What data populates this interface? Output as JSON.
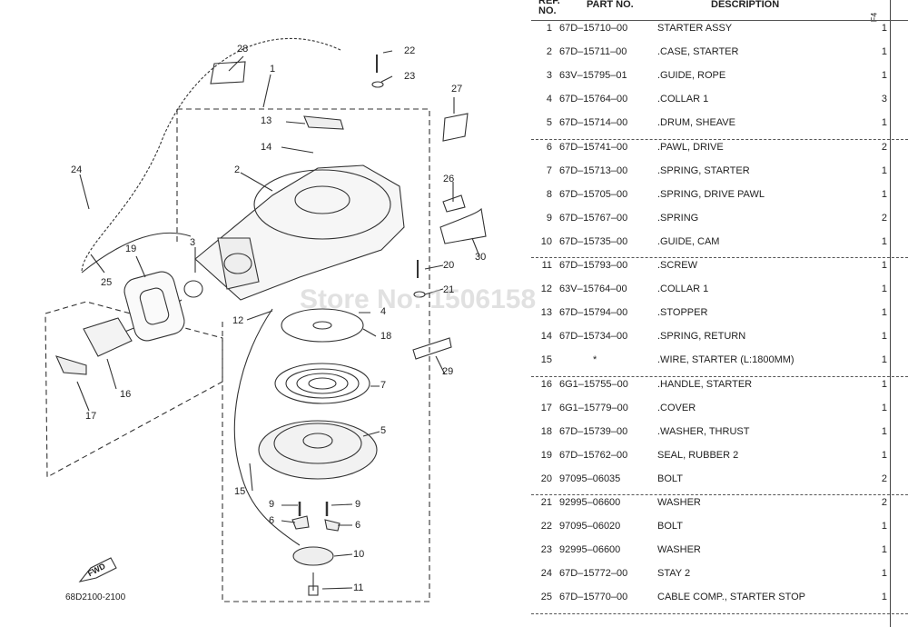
{
  "diagram": {
    "part_labels": [
      "1",
      "2",
      "3",
      "4",
      "5",
      "6",
      "6",
      "7",
      "9",
      "9",
      "10",
      "11",
      "12",
      "13",
      "14",
      "15",
      "16",
      "17",
      "18",
      "19",
      "20",
      "21",
      "22",
      "23",
      "24",
      "25",
      "26",
      "27",
      "28",
      "29",
      "30"
    ],
    "diagram_code": "68D2100-2100",
    "fwd_label": "FWD",
    "watermark": "Store No: 1506158"
  },
  "table": {
    "headers": {
      "ref": "REF.\nNO.",
      "part_no": "PART NO.",
      "description": "DESCRIPTION",
      "qty": "F4"
    },
    "rows": [
      {
        "ref": "1",
        "part_no": "67D–15710–00",
        "description": "STARTER ASSY",
        "qty": "1"
      },
      {
        "ref": "2",
        "part_no": "67D–15711–00",
        "description": ".CASE, STARTER",
        "qty": "1"
      },
      {
        "ref": "3",
        "part_no": "63V–15795–01",
        "description": ".GUIDE, ROPE",
        "qty": "1"
      },
      {
        "ref": "4",
        "part_no": "67D–15764–00",
        "description": ".COLLAR 1",
        "qty": "3"
      },
      {
        "ref": "5",
        "part_no": "67D–15714–00",
        "description": ".DRUM, SHEAVE",
        "qty": "1"
      },
      {
        "ref": "6",
        "part_no": "67D–15741–00",
        "description": ".PAWL, DRIVE",
        "qty": "2"
      },
      {
        "ref": "7",
        "part_no": "67D–15713–00",
        "description": ".SPRING, STARTER",
        "qty": "1"
      },
      {
        "ref": "8",
        "part_no": "67D–15705–00",
        "description": ".SPRING, DRIVE PAWL",
        "qty": "1"
      },
      {
        "ref": "9",
        "part_no": "67D–15767–00",
        "description": ".SPRING",
        "qty": "2"
      },
      {
        "ref": "10",
        "part_no": "67D–15735–00",
        "description": ".GUIDE, CAM",
        "qty": "1"
      },
      {
        "ref": "11",
        "part_no": "67D–15793–00",
        "description": ".SCREW",
        "qty": "1"
      },
      {
        "ref": "12",
        "part_no": "63V–15764–00",
        "description": ".COLLAR 1",
        "qty": "1"
      },
      {
        "ref": "13",
        "part_no": "67D–15794–00",
        "description": ".STOPPER",
        "qty": "1"
      },
      {
        "ref": "14",
        "part_no": "67D–15734–00",
        "description": ".SPRING, RETURN",
        "qty": "1"
      },
      {
        "ref": "15",
        "part_no": "*",
        "description": ".WIRE, STARTER (L:1800MM)",
        "qty": "1"
      },
      {
        "ref": "16",
        "part_no": "6G1–15755–00",
        "description": ".HANDLE, STARTER",
        "qty": "1"
      },
      {
        "ref": "17",
        "part_no": "6G1–15779–00",
        "description": ".COVER",
        "qty": "1"
      },
      {
        "ref": "18",
        "part_no": "67D–15739–00",
        "description": ".WASHER, THRUST",
        "qty": "1"
      },
      {
        "ref": "19",
        "part_no": "67D–15762–00",
        "description": "SEAL, RUBBER 2",
        "qty": "1"
      },
      {
        "ref": "20",
        "part_no": "97095–06035",
        "description": "BOLT",
        "qty": "2"
      },
      {
        "ref": "21",
        "part_no": "92995–06600",
        "description": "WASHER",
        "qty": "2"
      },
      {
        "ref": "22",
        "part_no": "97095–06020",
        "description": "BOLT",
        "qty": "1"
      },
      {
        "ref": "23",
        "part_no": "92995–06600",
        "description": "WASHER",
        "qty": "1"
      },
      {
        "ref": "24",
        "part_no": "67D–15772–00",
        "description": "STAY 2",
        "qty": "1"
      },
      {
        "ref": "25",
        "part_no": "67D–15770–00",
        "description": "CABLE COMP., STARTER STOP",
        "qty": "1"
      }
    ]
  }
}
